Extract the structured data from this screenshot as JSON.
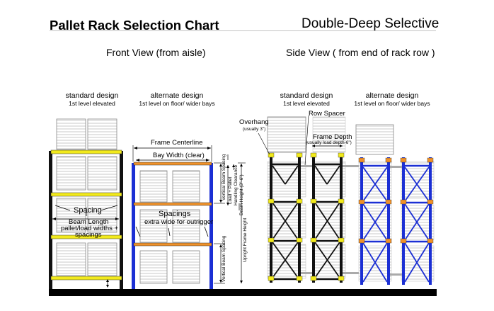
{
  "header": {
    "title": "Pallet Rack Selection Chart",
    "subtitle": "Double-Deep Selective"
  },
  "views": {
    "front": "Front View (from aisle)",
    "side": "Side View ( from end of rack row )"
  },
  "captions": {
    "front_standard": {
      "title": "standard design",
      "sub": "1st level elevated"
    },
    "front_alternate": {
      "title": "alternate design",
      "sub": "1st level on floor/ wider bays"
    },
    "side_standard": {
      "title": "standard design",
      "sub": "1st level elevated"
    },
    "side_alternate": {
      "title": "alternate design",
      "sub": "1st level on floor/ wider bays"
    }
  },
  "labels": {
    "spacing": "Spacing",
    "beam_length_1": "Beam Length",
    "beam_length_2": "pallet/load widths +",
    "beam_length_3": "spacings",
    "frame_centerline": "Frame Centerline",
    "bay_width": "Bay Width (clear)",
    "spacings": "Spacings",
    "spacings_sub": "extra wide for outrigger",
    "load_pallet": "Load + Pallet",
    "handling_clearance": "Handling Clearance",
    "beam_height": "Beam Height (3\"-6\")",
    "upright_frame_height": "Upright Frame Height",
    "vertical_beam_spacing": "Vertical Beam Spacing",
    "vertical_beam_spacing_2": "Vertical Beam Spacing",
    "overhang": "Overhang",
    "overhang_sub": "(usually 3\")",
    "row_spacer": "Row Spacer",
    "frame_depth": "Frame Depth",
    "frame_depth_sub": "(usually load depth-6\")"
  },
  "colors": {
    "standard_upright": "#111111",
    "standard_beam": "#f2ea1c",
    "alternate_upright": "#1b2fd4",
    "alternate_beam": "#f0922a",
    "floor": "#000000",
    "pallet_line": "#9a9a9a"
  }
}
